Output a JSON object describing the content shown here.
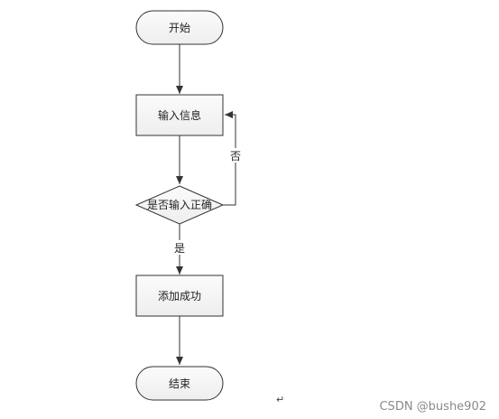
{
  "nodes": {
    "start": "开始",
    "input": "输入信息",
    "check": "是否输入正确",
    "success": "添加成功",
    "end": "结束"
  },
  "edges": {
    "no_label": "否",
    "yes_label": "是"
  },
  "pilcrow": "↵",
  "watermark": "CSDN @bushe902"
}
